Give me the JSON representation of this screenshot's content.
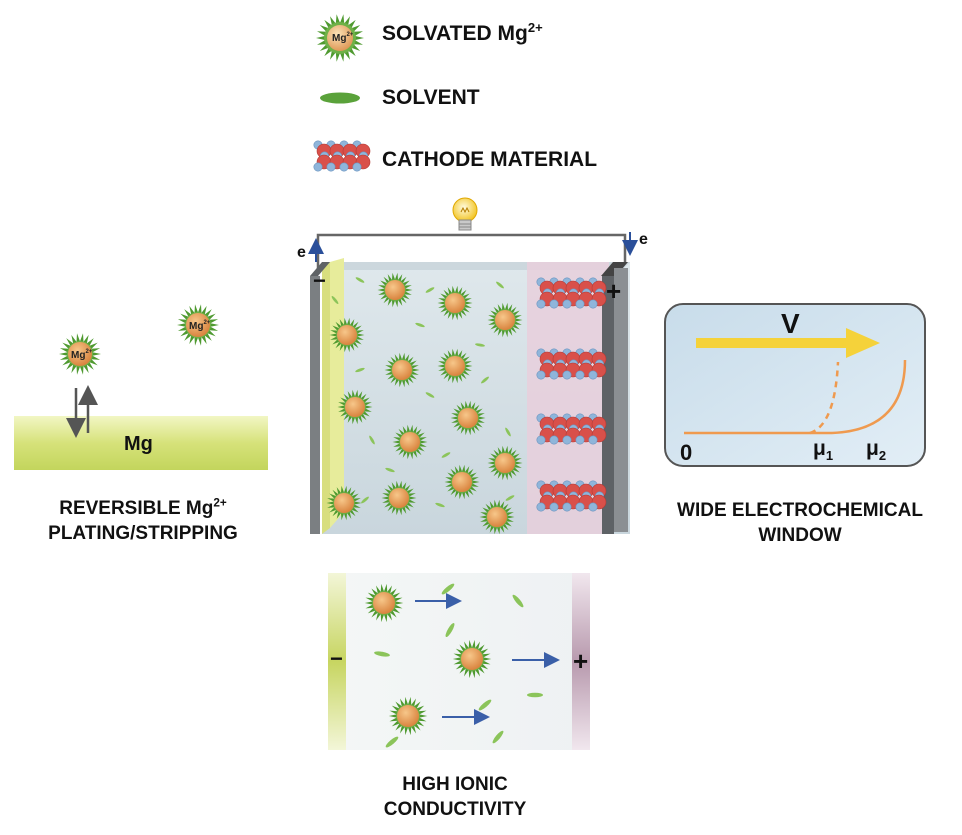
{
  "legend": {
    "ion_badge": "Mg",
    "ion_badge_charge": "2+",
    "solvated_label": "SOLVATED Mg",
    "solvated_charge": "2+",
    "solvent_label": "SOLVENT",
    "cathode_label": "CATHODE MATERIAL"
  },
  "cell": {
    "electron_left": "e",
    "electron_right": "e",
    "anode_sign": "−",
    "cathode_sign": "+"
  },
  "plating": {
    "electrode_label": "Mg",
    "caption_line1": "REVERSIBLE Mg",
    "caption_line1_charge": "2+",
    "caption_line2": "PLATING/STRIPPING"
  },
  "window": {
    "arrow_label": "V",
    "origin_label": "0",
    "mu1_label": "μ",
    "mu1_sub": "1",
    "mu2_label": "μ",
    "mu2_sub": "2",
    "caption_line1": "WIDE ELECTROCHEMICAL",
    "caption_line2": "WINDOW"
  },
  "conductivity": {
    "anode_sign": "−",
    "cathode_sign": "+",
    "caption_line1": "HIGH IONIC",
    "caption_line2": "CONDUCTIVITY"
  },
  "colors": {
    "ion_core": "#e59a5c",
    "ion_halo": "#4a8f2c",
    "solvent": "#7fbf4a",
    "cathode_red": "#d9504a",
    "cathode_blue": "#8fb5da",
    "electrolyte": "#d3e0e6",
    "anode": "#cfdc6e",
    "window_line": "#f0a050",
    "window_arrow": "#f5d23a",
    "electron_arrow": "#2a4f9a"
  }
}
